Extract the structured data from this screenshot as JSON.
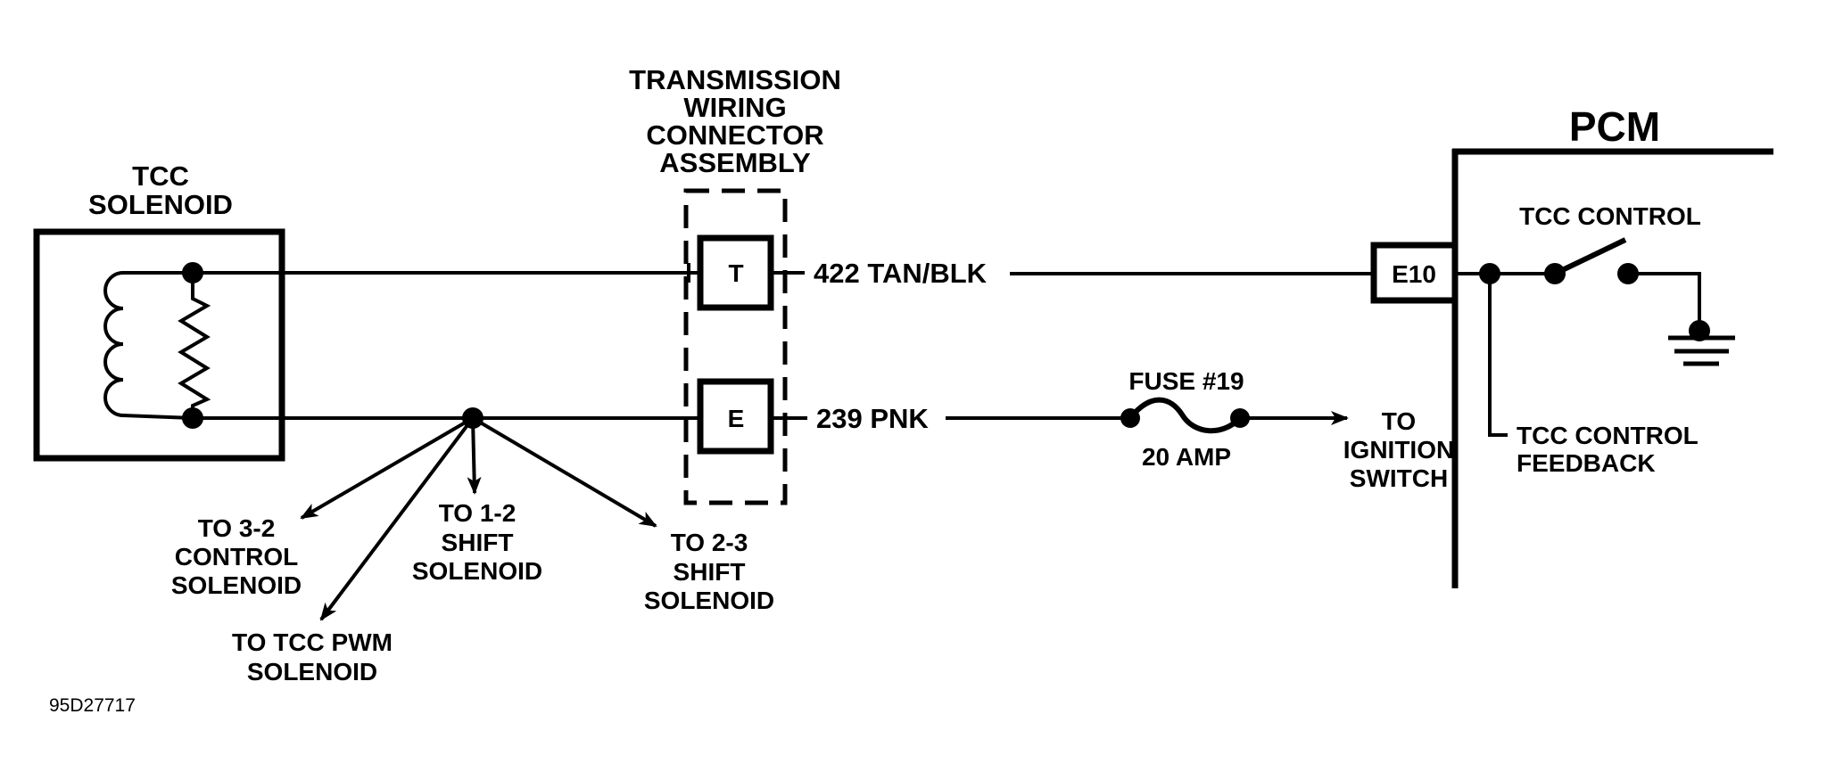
{
  "diagram": {
    "figure_id": "95D27717",
    "tcc_solenoid": {
      "title_line1": "TCC",
      "title_line2": "SOLENOID"
    },
    "connector_assembly": {
      "title_lines": [
        "TRANSMISSION",
        "WIRING",
        "CONNECTOR",
        "ASSEMBLY"
      ],
      "pins": [
        {
          "id": "T",
          "wire_label": "422 TAN/BLK"
        },
        {
          "id": "E",
          "wire_label": "239 PNK"
        }
      ]
    },
    "fuse": {
      "name": "FUSE #19",
      "rating": "20 AMP"
    },
    "ignition": {
      "lines": [
        "TO",
        "IGNITION",
        "SWITCH"
      ]
    },
    "pcm": {
      "title": "PCM",
      "terminal": "E10",
      "switch_label": "TCC CONTROL",
      "feedback_lines": [
        "TCC CONTROL",
        "FEEDBACK"
      ]
    },
    "branches": [
      {
        "id": "3-2",
        "lines": [
          "TO 3-2",
          "CONTROL",
          "SOLENOID"
        ]
      },
      {
        "id": "pwm",
        "lines": [
          "TO TCC PWM",
          "SOLENOID"
        ]
      },
      {
        "id": "1-2",
        "lines": [
          "TO 1-2",
          "SHIFT",
          "SOLENOID"
        ]
      },
      {
        "id": "2-3",
        "lines": [
          "TO 2-3",
          "SHIFT",
          "SOLENOID"
        ]
      }
    ]
  }
}
